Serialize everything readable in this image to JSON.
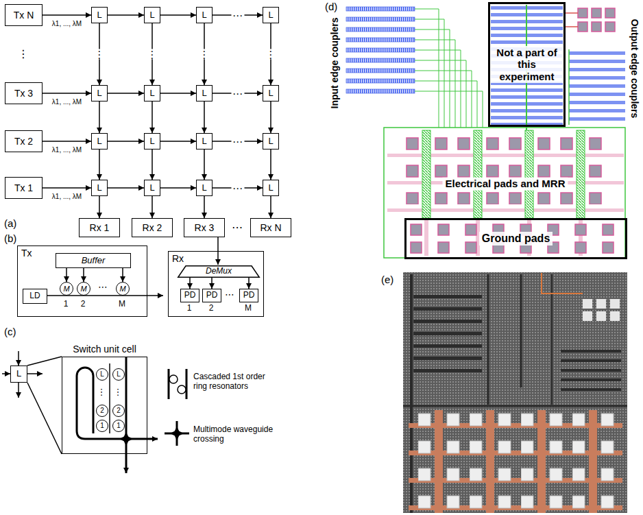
{
  "diagram": {
    "nodes": [
      {
        "text": [
          "Tx N"
        ]
      },
      {
        "text": [
          "L"
        ]
      },
      {
        "text": [
          "L"
        ]
      },
      {
        "text": [
          "L"
        ]
      },
      {
        "text": [
          "L"
        ]
      },
      {
        "text": [
          "Tx 3"
        ]
      },
      {
        "text": [
          "L"
        ]
      },
      {
        "text": [
          "L"
        ]
      },
      {
        "text": [
          "L"
        ]
      },
      {
        "text": [
          "L"
        ]
      },
      {
        "text": [
          "Tx 2"
        ]
      },
      {
        "text": [
          "L"
        ]
      },
      {
        "text": [
          "L"
        ]
      },
      {
        "text": [
          "L"
        ]
      },
      {
        "text": [
          "L"
        ]
      },
      {
        "text": [
          "Tx 1"
        ]
      },
      {
        "text": [
          "L"
        ]
      },
      {
        "text": [
          "L"
        ]
      },
      {
        "text": [
          "L"
        ]
      },
      {
        "text": [
          "L"
        ]
      },
      {
        "text": [
          "Rx 1"
        ]
      },
      {
        "text": [
          "Rx 2"
        ]
      },
      {
        "text": [
          "Rx 3"
        ]
      },
      {
        "text": [
          "Rx N"
        ]
      },
      {
        "text": [
          "Tx"
        ]
      },
      {
        "text": [
          "Buffer"
        ],
        "in": 24
      },
      {
        "text": [
          "M"
        ],
        "in": 24
      },
      {
        "text": [
          "M"
        ],
        "in": 24
      },
      {
        "text": [
          "M"
        ],
        "in": 24
      },
      {
        "text": [
          "LD"
        ],
        "in": 24
      },
      {
        "text": [
          "Rx"
        ]
      },
      {
        "text": [
          "DeMux"
        ],
        "in": 30
      },
      {
        "text": [
          "PD"
        ],
        "in": 30
      },
      {
        "text": [
          "PD"
        ],
        "in": 30
      },
      {
        "text": [
          "PD"
        ],
        "in": 30
      },
      {
        "text": [
          "L"
        ]
      },
      {
        "text": [
          "Switch unit cell"
        ]
      },
      {
        "text": [
          "L"
        ],
        "in": 36
      },
      {
        "text": [
          "2"
        ],
        "in": 36
      },
      {
        "text": [
          "1"
        ],
        "in": 36
      },
      {
        "text": [
          "L"
        ],
        "in": 36
      },
      {
        "text": [
          "2"
        ],
        "in": 36
      },
      {
        "text": [
          "1"
        ],
        "in": 36
      },
      {
        "text": [
          "Not a part of this experiment"
        ]
      },
      {
        "text": [
          "Ground pads"
        ]
      }
    ],
    "edges": [
      {
        "from": 0,
        "to": 1,
        "label": "λ1, ..., λM",
        "arrow": "to"
      },
      {
        "from": 1,
        "to": 2,
        "arrow": "to"
      },
      {
        "from": 2,
        "to": 3,
        "arrow": "to"
      },
      {
        "from": 3,
        "to": 4,
        "label": "⋯",
        "arrow": "to"
      },
      {
        "from": 5,
        "to": 6,
        "label": "λ1, ..., λM",
        "arrow": "to"
      },
      {
        "from": 6,
        "to": 7,
        "arrow": "to"
      },
      {
        "from": 7,
        "to": 8,
        "arrow": "to"
      },
      {
        "from": 8,
        "to": 9,
        "label": "⋯",
        "arrow": "to"
      },
      {
        "from": 10,
        "to": 11,
        "label": "λ1, ..., λM",
        "arrow": "to"
      },
      {
        "from": 11,
        "to": 12,
        "arrow": "to"
      },
      {
        "from": 12,
        "to": 13,
        "arrow": "to"
      },
      {
        "from": 13,
        "to": 14,
        "label": "⋯",
        "arrow": "to"
      },
      {
        "from": 15,
        "to": 16,
        "label": "λ1, ..., λM",
        "arrow": "to"
      },
      {
        "from": 16,
        "to": 17,
        "arrow": "to"
      },
      {
        "from": 17,
        "to": 18,
        "arrow": "to"
      },
      {
        "from": 18,
        "to": 19,
        "label": "⋯",
        "arrow": "to"
      },
      {
        "from": 1,
        "to": 6,
        "label": "⋮",
        "arrow": "to"
      },
      {
        "from": 2,
        "to": 7,
        "label": "⋮",
        "arrow": "to"
      },
      {
        "from": 3,
        "to": 8,
        "label": "⋮",
        "arrow": "to"
      },
      {
        "from": 4,
        "to": 9,
        "label": "⋮",
        "arrow": "to"
      },
      {
        "from": 6,
        "to": 11,
        "arrow": "to"
      },
      {
        "from": 7,
        "to": 12,
        "arrow": "to"
      },
      {
        "from": 8,
        "to": 13,
        "arrow": "to"
      },
      {
        "from": 9,
        "to": 14,
        "arrow": "to"
      },
      {
        "from": 11,
        "to": 16,
        "arrow": "to"
      },
      {
        "from": 12,
        "to": 17,
        "arrow": "to"
      },
      {
        "from": 13,
        "to": 18,
        "arrow": "to"
      },
      {
        "from": 14,
        "to": 19,
        "arrow": "to"
      },
      {
        "from": 16,
        "to": 20,
        "arrow": "to"
      },
      {
        "from": 17,
        "to": 21,
        "arrow": "to"
      },
      {
        "from": 18,
        "to": 22,
        "arrow": "to"
      },
      {
        "from": 19,
        "to": 23,
        "arrow": "to"
      },
      {
        "from": 25,
        "to": 26,
        "arrow": "to"
      },
      {
        "from": 25,
        "to": 27,
        "arrow": "to"
      },
      {
        "from": 25,
        "to": 28,
        "arrow": "to"
      },
      {
        "from": 31,
        "to": 32,
        "arrow": "to"
      },
      {
        "from": 31,
        "to": 33,
        "arrow": "to"
      },
      {
        "from": 31,
        "to": 34,
        "arrow": "to"
      },
      {
        "from": 35,
        "to": 36,
        "arrow": "none"
      },
      {
        "from": 35,
        "to": 36,
        "arrow": "none"
      }
    ],
    "labels": [
      "(a)",
      "⋮",
      "⋯",
      "(b)",
      "1",
      "2",
      "⋯",
      "M",
      "1",
      "2",
      "⋯",
      "M",
      "(c)",
      "⋮",
      "⋮",
      "(d)",
      "Input edge couplers",
      "Output edge couplers",
      "Electrical pads and MRR",
      "(e)"
    ],
    "legend": [
      {
        "text": "Cascaded 1st order ring resonators"
      },
      {
        "text": "Multimode waveguide crossing"
      }
    ]
  }
}
